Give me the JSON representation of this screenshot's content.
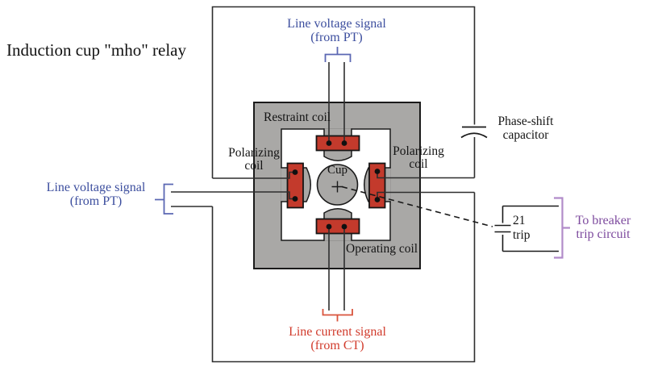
{
  "title": "Induction cup \"mho\" relay",
  "labels": {
    "top_voltage": {
      "line1": "Line voltage signal",
      "line2": "(from PT)"
    },
    "left_voltage": {
      "line1": "Line voltage signal",
      "line2": "(from PT)"
    },
    "bottom_current": {
      "line1": "Line current signal",
      "line2": "(from CT)"
    },
    "restraint_coil": "Restraint coil",
    "operating_coil": "Operating coil",
    "polarizing_left": {
      "line1": "Polarizing",
      "line2": "coil"
    },
    "polarizing_right": {
      "line1": "Polarizing",
      "line2": "coil"
    },
    "cup": "Cup",
    "phase_shift": {
      "line1": "Phase-shift",
      "line2": "capacitor"
    },
    "trip_device": {
      "number": "21",
      "line2": "trip"
    },
    "breaker": {
      "line1": "To breaker",
      "line2": "trip circuit"
    }
  },
  "colors": {
    "voltage_signal_blue": "#3c4e9e",
    "signal_bracket_blue": "#5b67b3",
    "current_signal_red": "#d13b2c",
    "breaker_text_purple": "#7d4a9e",
    "breaker_bracket_purple": "#b18bc9",
    "coil_fill_red": "#c33a2c",
    "core_gray": "#a9a8a6",
    "line_black": "#2e2e2e"
  }
}
